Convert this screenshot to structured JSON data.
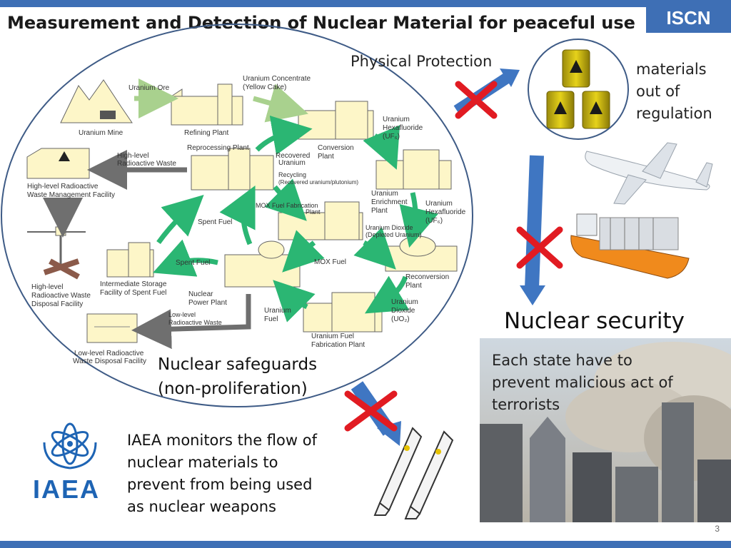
{
  "slide": {
    "title": "Measurement and Detection of Nuclear Material for peaceful use",
    "brand": "ISCN",
    "page_number": "3"
  },
  "physical_protection": "Physical Protection",
  "materials_out": {
    "line1": "materials",
    "line2": "out of",
    "line3": "regulation"
  },
  "nuclear_security": {
    "heading": "Nuclear security",
    "line1": "Each state have to",
    "line2": "prevent  malicious act of",
    "line3": "terrorists"
  },
  "safeguards": {
    "line1": "Nuclear safeguards",
    "line2": "(non-proliferation)"
  },
  "iaea": {
    "logo_text": "IAEA",
    "line1": "IAEA monitors the flow of",
    "line2": "nuclear materials to",
    "line3": "prevent from being used",
    "line4": "as nuclear weapons"
  },
  "fuel_cycle": {
    "uranium_ore": "Uranium Ore",
    "uranium_concentrate_1": "Uranium Concentrate",
    "uranium_concentrate_2": "(Yellow Cake)",
    "uranium_mine": "Uranium Mine",
    "refining_plant": "Refining Plant",
    "uranium_hexafluoride_1a": "Uranium",
    "uranium_hexafluoride_1b": "Hexafluoride",
    "uranium_hexafluoride_1c": "(UF₆)",
    "conversion_plant_1": "Conversion",
    "conversion_plant_2": "Plant",
    "reprocessing_plant": "Reprocessing Plant",
    "recovered_uranium_1": "Recovered",
    "recovered_uranium_2": "Uranium",
    "recycling_1": "Recycling",
    "recycling_2": "(Recovered uranium/plutonium)",
    "high_level_waste_1": "High-level",
    "high_level_waste_2": "Radioactive Waste",
    "hl_management_1": "High-level Radioactive",
    "hl_management_2": "Waste Management Facility",
    "enrichment_1": "Uranium",
    "enrichment_2": "Enrichment",
    "enrichment_3": "Plant",
    "uranium_hexafluoride_2a": "Uranium",
    "uranium_hexafluoride_2b": "Hexafluoride",
    "uranium_hexafluoride_2c": "(UF₆)",
    "mox_fab_1": "MOX Fuel Fabrication",
    "mox_fab_2": "Plant",
    "spent_fuel_upper": "Spent Fuel",
    "uranium_dioxide_depleted_1": "Uranium Dioxide",
    "uranium_dioxide_depleted_2": "(Depleted Uranium)",
    "spent_fuel_lower": "Spent Fuel",
    "mox_fuel": "MOX Fuel",
    "reconversion_1": "Reconversion",
    "reconversion_2": "Plant",
    "intermediate_1": "Intermediate Storage",
    "intermediate_2": "Facility of Spent Fuel",
    "hl_disposal_1": "High-level",
    "hl_disposal_2": "Radioactive Waste",
    "hl_disposal_3": "Disposal Facility",
    "npp_1": "Nuclear",
    "npp_2": "Power Plant",
    "uranium_dioxide_1": "Uranium",
    "uranium_dioxide_2": "Dioxide",
    "uranium_dioxide_3": "(UO₂)",
    "low_level_waste_1": "Low-level",
    "low_level_waste_2": "Radioactive Waste",
    "uranium_fuel_1": "Uranium",
    "uranium_fuel_2": "Fuel",
    "fuel_fab_1": "Uranium Fuel",
    "fuel_fab_2": "Fabrication Plant",
    "ll_disposal_1": "Low-level Radioactive",
    "ll_disposal_2": "Waste Disposal Facility"
  },
  "colors": {
    "brand_blue": "#3e6fb5",
    "cycle_green": "#2bb673",
    "arrow_blue": "#3f76c2",
    "cross_red": "#e11b22",
    "building_fill": "#fdf6c8"
  }
}
